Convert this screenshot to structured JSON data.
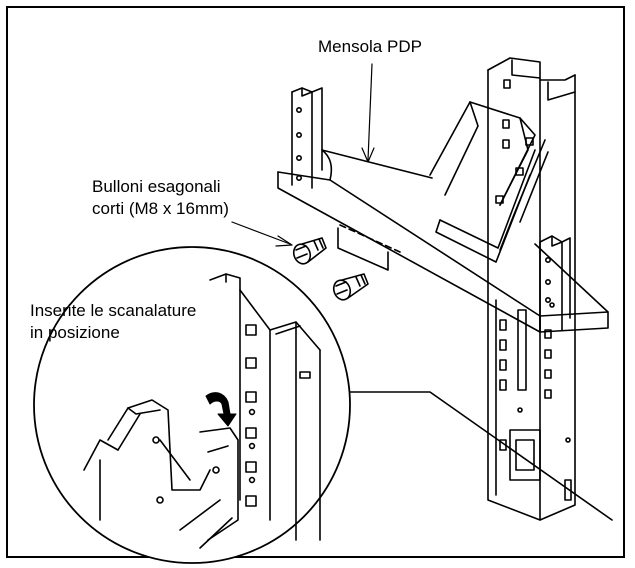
{
  "labels": {
    "bracket": "Mensola PDP",
    "bolts_line1": "Bulloni esagonali",
    "bolts_line2": "corti (M8 x 16mm)",
    "slots_line1": "Inserite le scanalature",
    "slots_line2": "in posizione"
  }
}
